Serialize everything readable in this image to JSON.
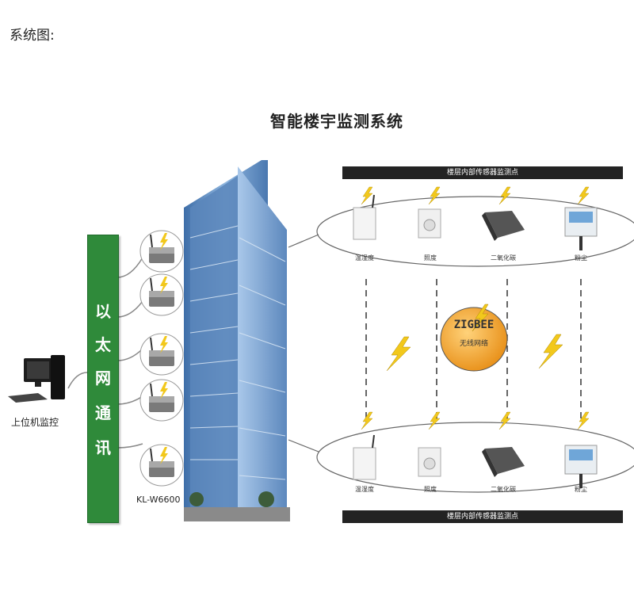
{
  "page_label": "系统图:",
  "diagram": {
    "title": "智能楼宇监测系统",
    "ethernet_chars": [
      "以",
      "太",
      "网",
      "通",
      "讯"
    ],
    "pc_label": "上位机监控",
    "model_label": "KL-W6600",
    "top_bar_label": "楼层内部传感器监测点",
    "bottom_bar_label": "楼层内部传感器监测点",
    "zigbee_title": "ZIGBEE",
    "zigbee_sub": "无线网络",
    "sensors_top": [
      "温湿度",
      "照度",
      "二氧化碳",
      "粉尘"
    ],
    "sensors_bottom": [
      "温湿度",
      "照度",
      "二氧化碳",
      "粉尘"
    ]
  },
  "colors": {
    "ethernet_bar": "#2f8a3a",
    "section_bar": "#232323",
    "lightning": "#f2c81c",
    "zigbee_fill": "#f0a020",
    "building_glass": "#6f9ac8"
  }
}
